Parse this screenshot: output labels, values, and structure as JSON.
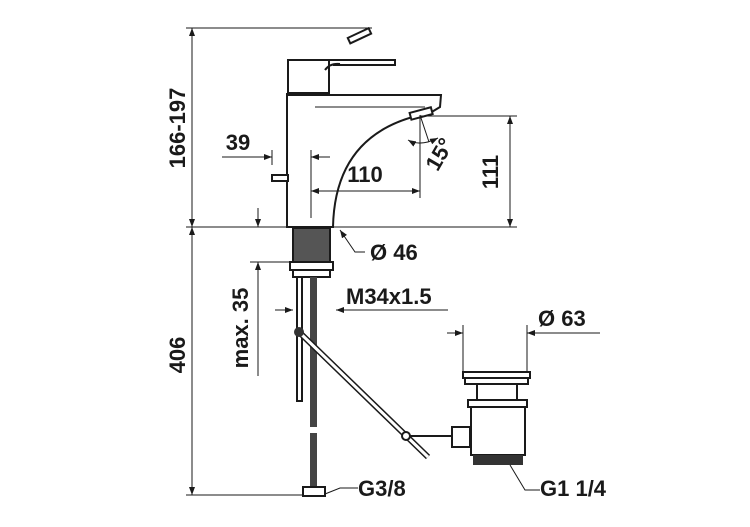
{
  "drawing": {
    "dimensions": {
      "total_height": "166-197",
      "lever_offset": "39",
      "spout_reach": "110",
      "spout_height": "111",
      "spray_angle": "15°",
      "base_diameter": "Ø 46",
      "max_thickness": "max. 35",
      "thread": "M34x1.5",
      "waste_diameter": "Ø 63",
      "below_counter": "406",
      "supply_connection": "G3/8",
      "waste_connection": "G1 1/4"
    },
    "line_color": "#1a1a1a"
  }
}
